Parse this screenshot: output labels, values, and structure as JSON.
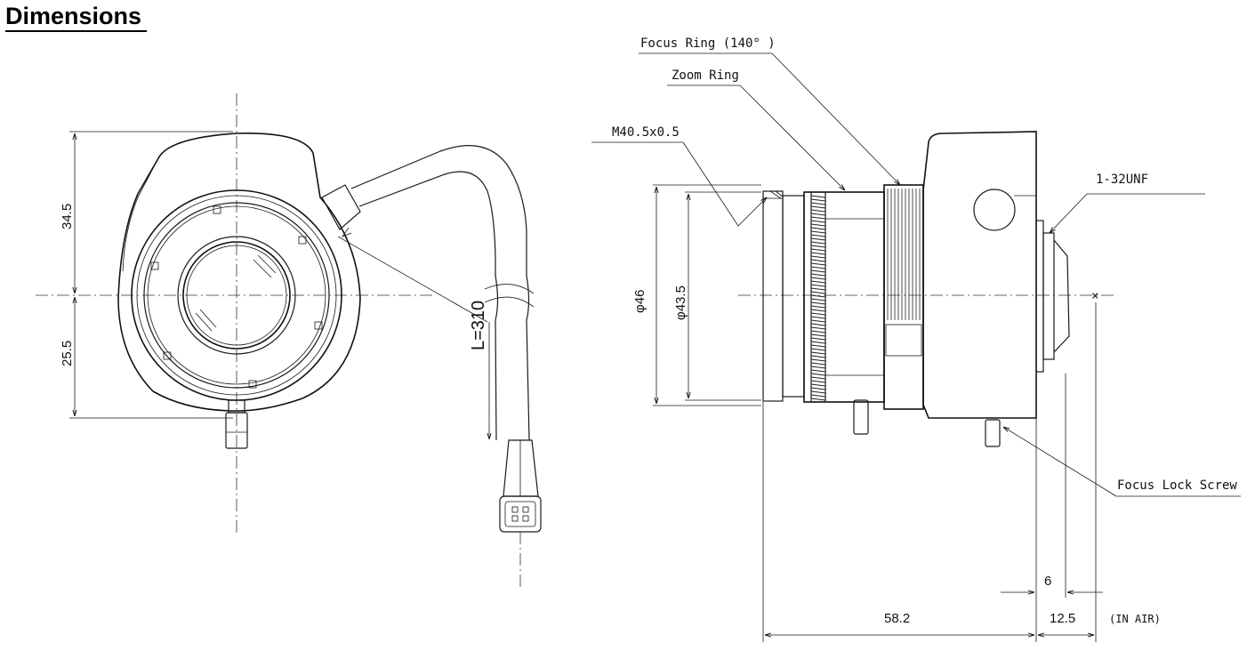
{
  "title": "Dimensions",
  "front_view": {
    "dim_top": "34.5",
    "dim_bottom": "25.5",
    "cable_length": "L=310"
  },
  "side_view": {
    "focus_ring": "Focus Ring  (140° )",
    "zoom_ring": "Zoom Ring",
    "thread": "M40.5x0.5",
    "mount": "1-32UNF",
    "diameter_outer": "φ46",
    "diameter_inner": "φ43.5",
    "focus_lock_screw": "Focus Lock Screw",
    "dim_flange": "6",
    "dim_length": "58.2",
    "dim_back_focus": "12.5",
    "back_focus_note": "(IN AIR)"
  }
}
